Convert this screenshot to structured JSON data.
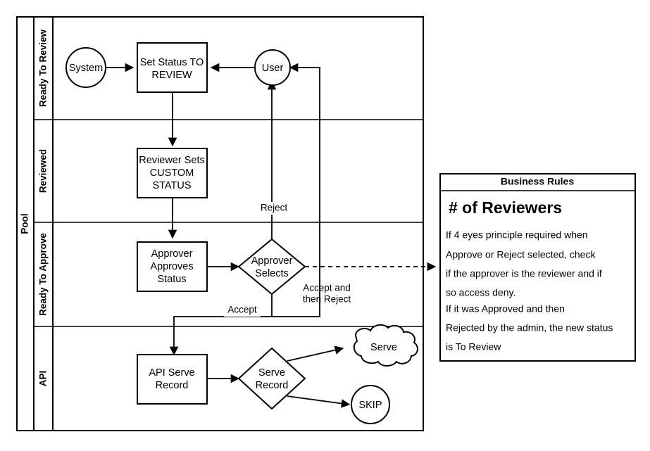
{
  "diagram": {
    "type": "bpmn-swimlane-flowchart",
    "pool": {
      "label": "Pool"
    },
    "lanes": [
      {
        "id": "lane-ready-to-review",
        "label": "Ready To Review"
      },
      {
        "id": "lane-reviewed",
        "label": "Reviewed"
      },
      {
        "id": "lane-ready-to-approve",
        "label": "Ready To Approve"
      },
      {
        "id": "lane-api",
        "label": "API"
      }
    ],
    "nodes": [
      {
        "id": "system",
        "shape": "circle",
        "lane": "lane-ready-to-review",
        "label": "System"
      },
      {
        "id": "set-status-to-review",
        "shape": "task",
        "lane": "lane-ready-to-review",
        "label_line1": "Set Status TO",
        "label_line2": "REVIEW"
      },
      {
        "id": "user",
        "shape": "circle",
        "lane": "lane-ready-to-review",
        "label": "User"
      },
      {
        "id": "reviewer-sets-custom-status",
        "shape": "task",
        "lane": "lane-reviewed",
        "label_line1": "Reviewer Sets",
        "label_line2": "CUSTOM",
        "label_line3": "STATUS"
      },
      {
        "id": "approver-approves-status",
        "shape": "task",
        "lane": "lane-ready-to-approve",
        "label_line1": "Approver",
        "label_line2": "Approves",
        "label_line3": "Status"
      },
      {
        "id": "approver-selects",
        "shape": "gateway",
        "lane": "lane-ready-to-approve",
        "label_line1": "Approver",
        "label_line2": "Selects"
      },
      {
        "id": "api-serve-record",
        "shape": "task",
        "lane": "lane-api",
        "label_line1": "API Serve",
        "label_line2": "Record"
      },
      {
        "id": "serve-record",
        "shape": "gateway",
        "lane": "lane-api",
        "label_line1": "Serve",
        "label_line2": "Record"
      },
      {
        "id": "serve",
        "shape": "cloud",
        "lane": "lane-api",
        "label": "Serve"
      },
      {
        "id": "skip",
        "shape": "circle",
        "lane": "lane-api",
        "label": "SKIP"
      }
    ],
    "edge_labels": {
      "reject": "Reject",
      "accept": "Accept",
      "accept_then_reject_line1": "Accept and",
      "accept_then_reject_line2": "then Reject"
    }
  },
  "business_rules": {
    "header": "Business Rules",
    "heading": "# of Reviewers",
    "lines": [
      "If 4  eyes principle required when",
      "Approve or Reject selected, check",
      "if the approver is the reviewer and if",
      "so access deny.",
      "If it was Approved and then",
      "Rejected by the admin, the new status",
      "is To Review"
    ]
  },
  "colors": {
    "stroke": "#000000",
    "fill": "#ffffff",
    "background": "#ffffff"
  }
}
